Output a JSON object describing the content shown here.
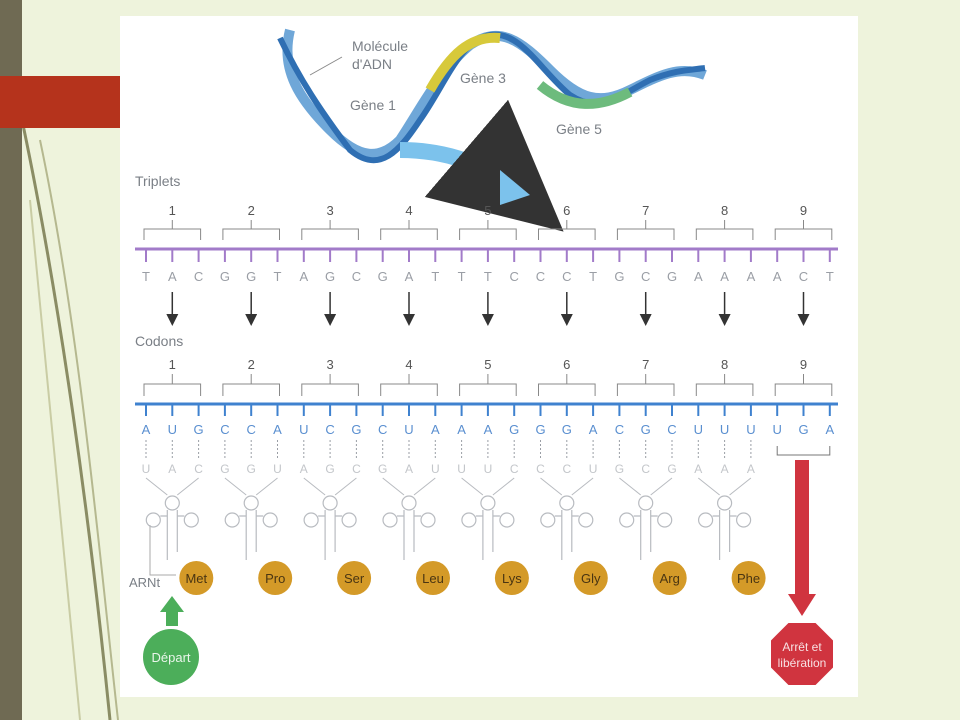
{
  "colors": {
    "background": "#eef3dc",
    "accent_block": "#b5331c",
    "left_bar": "#6f6a53",
    "triplet_line": "#a27bc9",
    "codon_line": "#3f82cf",
    "codon_letters": "#5a8fd0",
    "amino_acid": "#d49a28",
    "start_green": "#4cae5a",
    "stop_red": "#d0343f"
  },
  "dna": {
    "molecule_label_line1": "Molécule",
    "molecule_label_line2": "d'ADN",
    "gene1": "Gène 1",
    "gene3": "Gène 3",
    "gene5": "Gène 5"
  },
  "triplets": {
    "title": "Triplets",
    "numbers": [
      "1",
      "2",
      "3",
      "4",
      "5",
      "6",
      "7",
      "8",
      "9"
    ],
    "bases": [
      "T",
      "A",
      "C",
      "G",
      "G",
      "T",
      "A",
      "G",
      "C",
      "G",
      "A",
      "T",
      "T",
      "T",
      "C",
      "C",
      "C",
      "T",
      "G",
      "C",
      "G",
      "A",
      "A",
      "A",
      "A",
      "C",
      "T"
    ]
  },
  "codons": {
    "title": "Codons",
    "numbers": [
      "1",
      "2",
      "3",
      "4",
      "5",
      "6",
      "7",
      "8",
      "9"
    ],
    "bases": [
      "A",
      "U",
      "G",
      "C",
      "C",
      "A",
      "U",
      "C",
      "G",
      "C",
      "U",
      "A",
      "A",
      "A",
      "G",
      "G",
      "G",
      "A",
      "C",
      "G",
      "C",
      "U",
      "U",
      "U",
      "U",
      "G",
      "A"
    ],
    "anticodons": [
      "U",
      "A",
      "C",
      "G",
      "G",
      "U",
      "A",
      "G",
      "C",
      "G",
      "A",
      "U",
      "U",
      "U",
      "C",
      "C",
      "C",
      "U",
      "G",
      "C",
      "G",
      "A",
      "A",
      "A"
    ]
  },
  "trna_label": "ARNt",
  "amino_acids": [
    "Met",
    "Pro",
    "Ser",
    "Leu",
    "Lys",
    "Gly",
    "Arg",
    "Phe"
  ],
  "start_label": "Départ",
  "stop_label_line1": "Arrêt et",
  "stop_label_line2": "libération"
}
